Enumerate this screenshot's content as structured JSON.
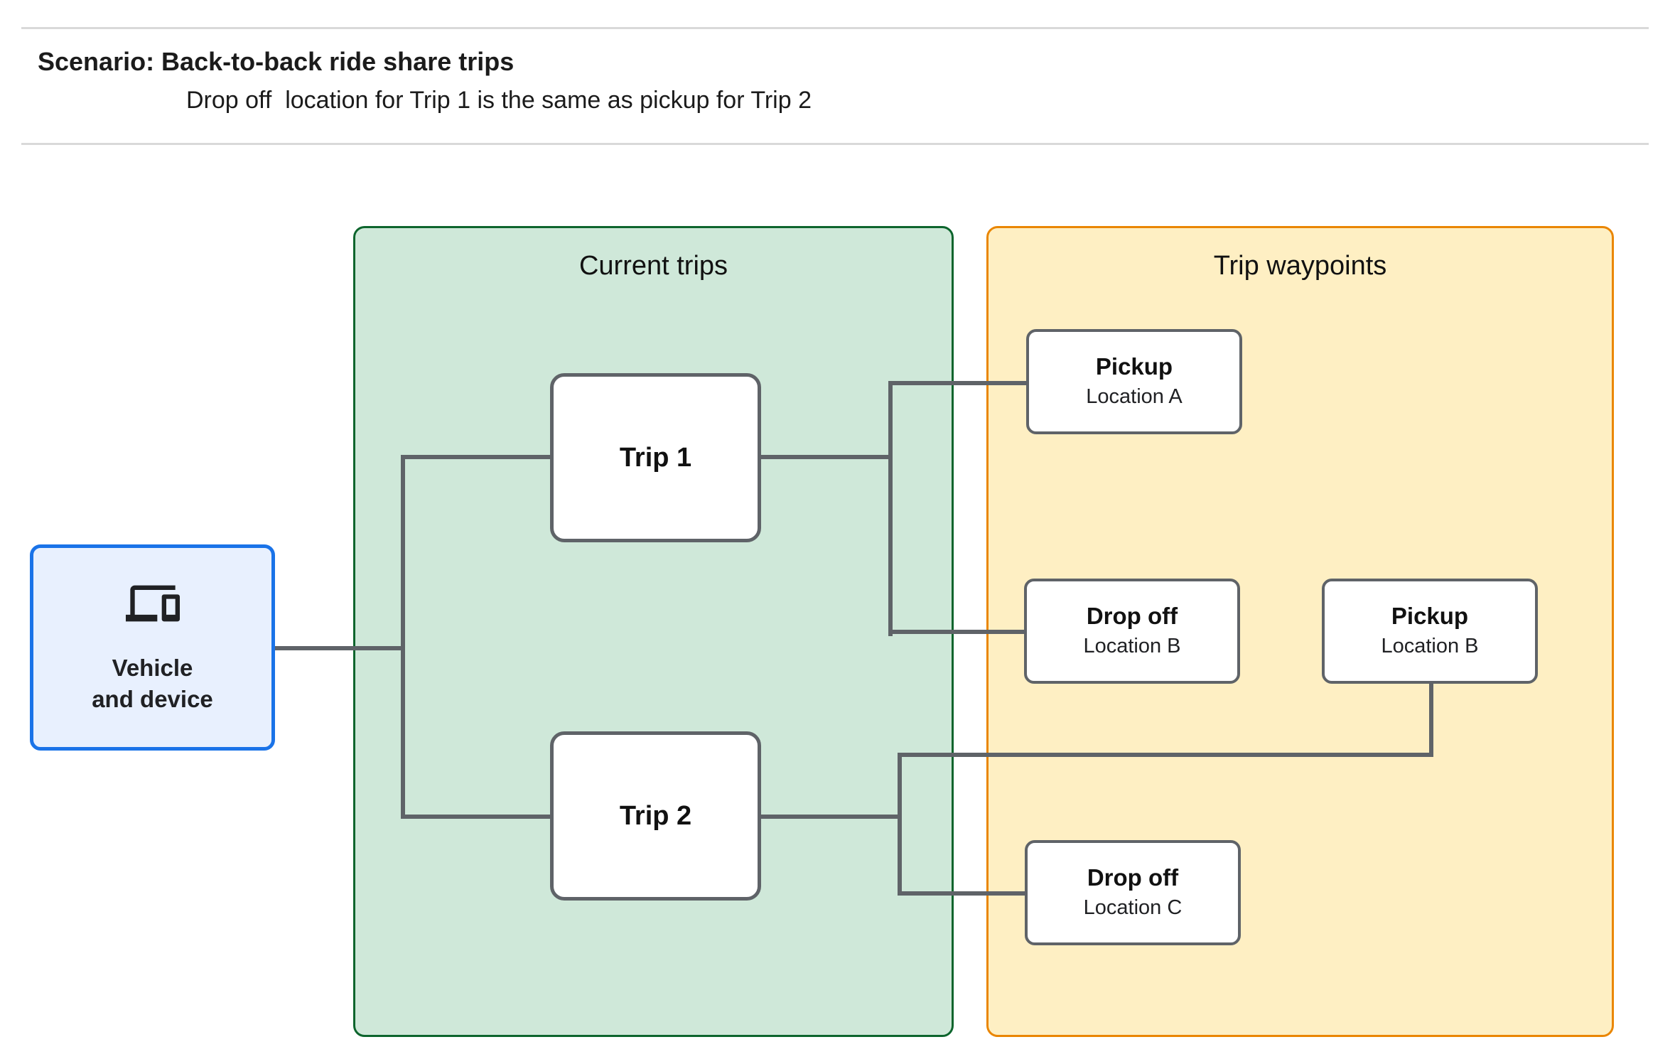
{
  "header": {
    "title": "Scenario: Back-to-back ride share trips",
    "subtitle": "Drop off  location for Trip 1 is the same as pickup for Trip 2"
  },
  "vehicle_node": {
    "icon": "devices-icon",
    "label_line1": "Vehicle",
    "label_line2": "and device"
  },
  "containers": {
    "current_trips": {
      "title": "Current trips"
    },
    "trip_waypoints": {
      "title": "Trip waypoints"
    }
  },
  "trips": [
    {
      "label": "Trip 1"
    },
    {
      "label": "Trip 2"
    }
  ],
  "waypoints": [
    {
      "title": "Pickup",
      "location": "Location A"
    },
    {
      "title": "Drop off",
      "location": "Location B"
    },
    {
      "title": "Pickup",
      "location": "Location B"
    },
    {
      "title": "Drop off",
      "location": "Location C"
    }
  ],
  "colors": {
    "vehicle_fill": "#e8f0fe",
    "vehicle_border": "#1a73e8",
    "current_trips_fill": "#cfe8d9",
    "current_trips_border": "#0d652d",
    "trip_waypoints_fill": "#feefc3",
    "trip_waypoints_border": "#ea8600",
    "connector": "#5f6368"
  }
}
